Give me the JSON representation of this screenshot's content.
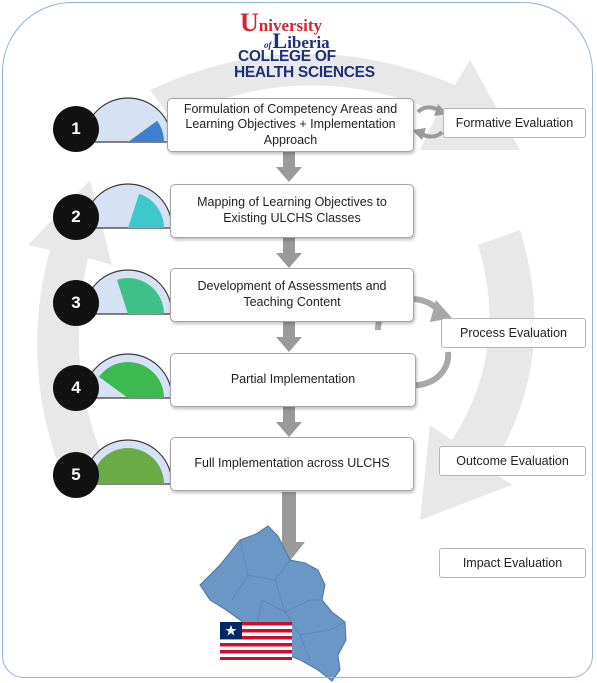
{
  "logo": {
    "line1_prefix": "U",
    "line1_rest": "niversity",
    "line1b_small": "of",
    "line1b_prefix": "L",
    "line1b_rest": "iberia",
    "line2": "COLLEGE OF",
    "line3": "HEALTH SCIENCES"
  },
  "steps": [
    {
      "number": "1",
      "text": "Formulation of Competency Areas and Learning Objectives + Implementation Approach",
      "gauge_level": 0.2,
      "gauge_color": "#3f7fcf"
    },
    {
      "number": "2",
      "text": "Mapping of Learning Objectives to Existing ULCHS Classes",
      "gauge_level": 0.4,
      "gauge_color": "#3fc7cc"
    },
    {
      "number": "3",
      "text": "Development of Assessments and Teaching Content",
      "gauge_level": 0.6,
      "gauge_color": "#3fbf8a"
    },
    {
      "number": "4",
      "text": "Partial Implementation",
      "gauge_level": 0.8,
      "gauge_color": "#3dba4f"
    },
    {
      "number": "5",
      "text": "Full Implementation across ULCHS",
      "gauge_level": 1.0,
      "gauge_color": "#6aab45"
    }
  ],
  "evaluations": [
    {
      "label": "Formative Evaluation"
    },
    {
      "label": "Process Evaluation"
    },
    {
      "label": "Outcome Evaluation"
    },
    {
      "label": "Impact Evaluation"
    }
  ],
  "colors": {
    "gauge_background": "#d6e2f3",
    "number_circle": "#111111",
    "map_fill": "#6b97c7",
    "arrow_gray": "#9a9a9a",
    "cycle_gray": "#e6e6e6"
  }
}
